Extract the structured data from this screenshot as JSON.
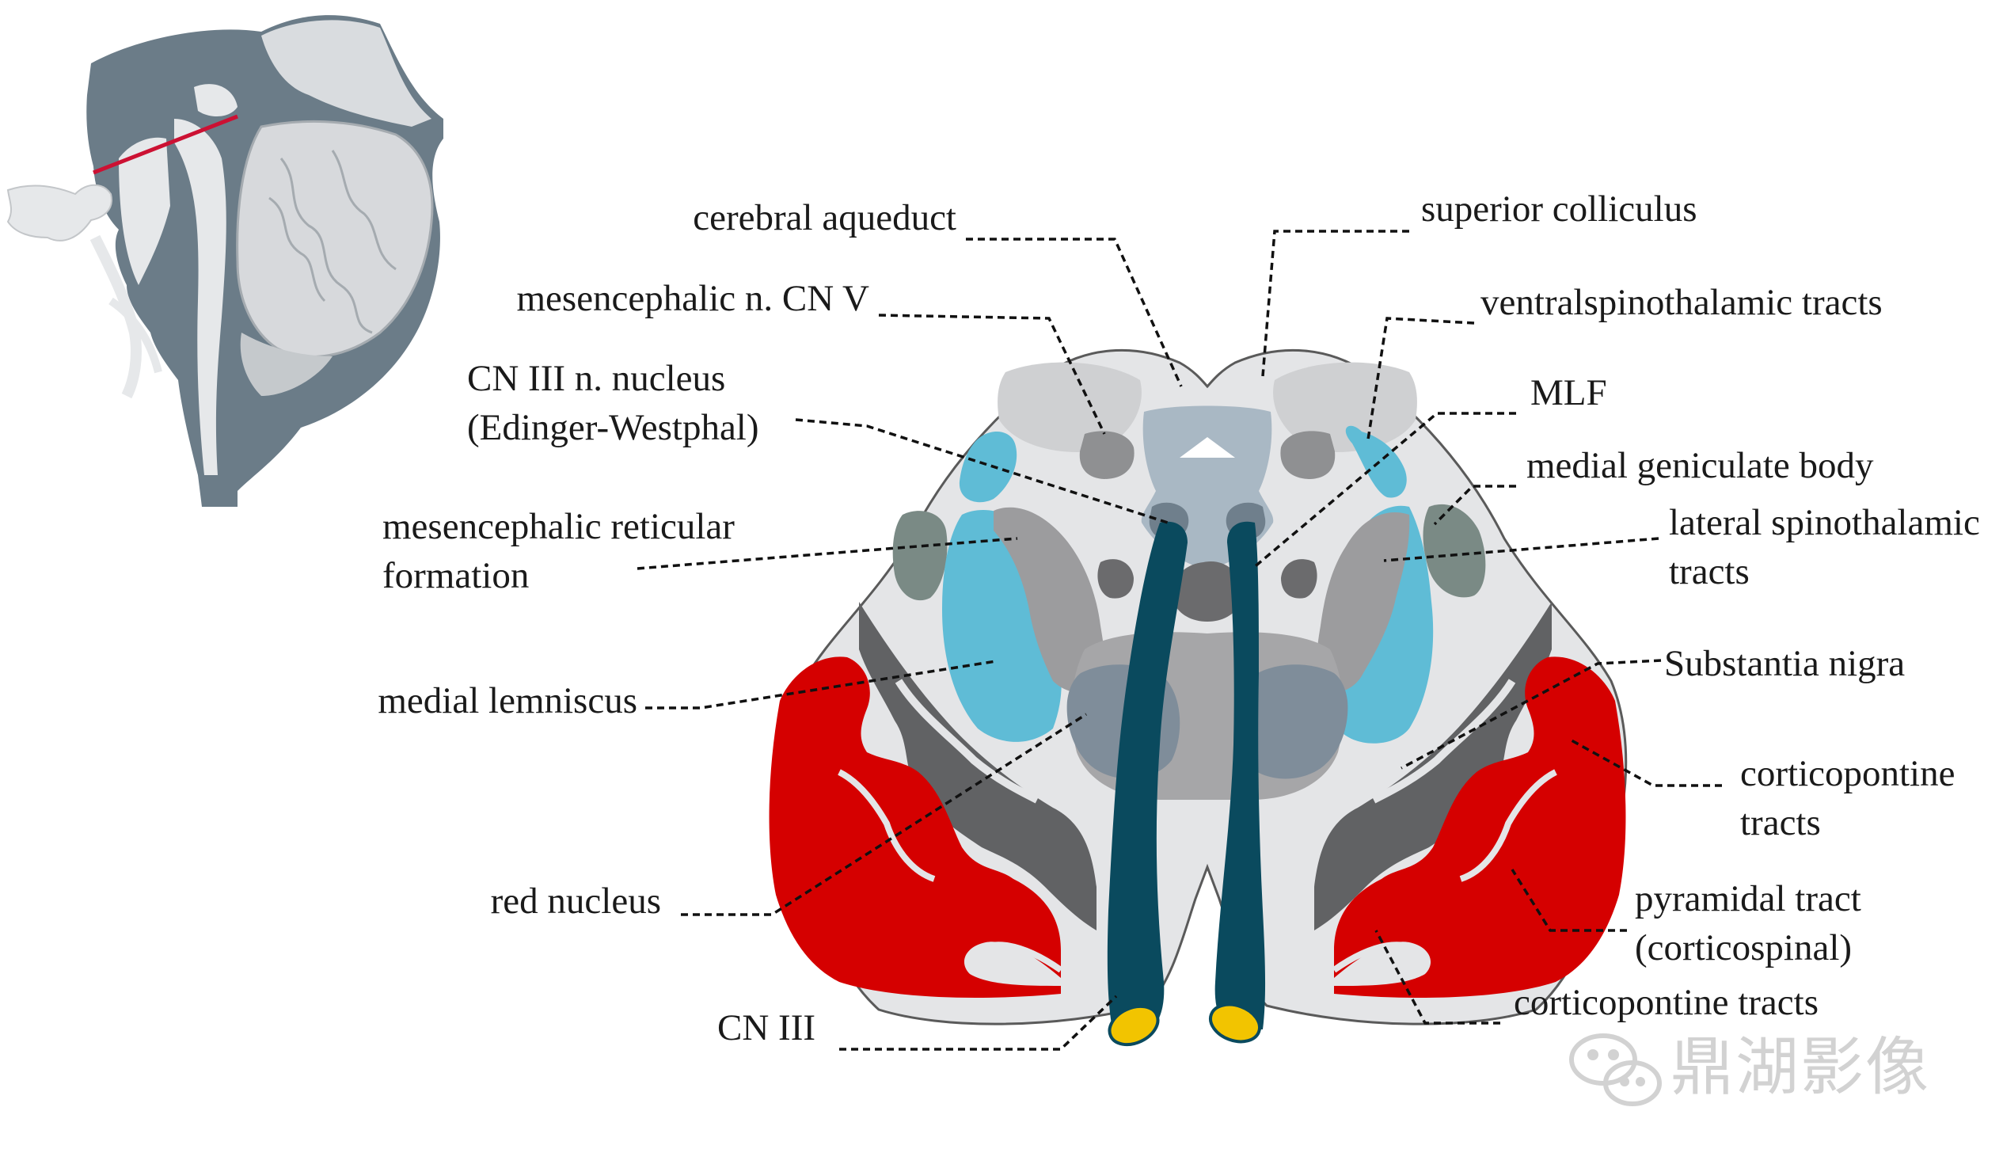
{
  "labels": {
    "cerebral_aqueduct": "cerebral aqueduct",
    "superior_colliculus": "superior colliculus",
    "mesencephalic_n_cn_v": "mesencephalic n. CN V",
    "ventral_spinothalamic": "ventralspinothalamic tracts",
    "cn_iii_nucleus_line1": "CN III n. nucleus",
    "cn_iii_nucleus_line2": "(Edinger-Westphal)",
    "mlf": "MLF",
    "medial_geniculate": "medial geniculate body",
    "reticular_line1": "mesencephalic reticular",
    "reticular_line2": "formation",
    "lateral_spinothalamic_line1": "lateral spinothalamic",
    "lateral_spinothalamic_line2": "tracts",
    "medial_lemniscus": "medial lemniscus",
    "substantia_nigra": "Substantia nigra",
    "corticopontine_right_line1": "corticopontine",
    "corticopontine_right_line2": "tracts",
    "red_nucleus": "red nucleus",
    "pyramidal_line1": "pyramidal tract",
    "pyramidal_line2": "(corticospinal)",
    "cn_iii": "CN III",
    "corticopontine_bottom": "corticopontine tracts"
  },
  "watermark": {
    "text": "鼎湖影像"
  },
  "colors": {
    "cross_section_fill": "#e4e5e7",
    "outline": "#5a5a5a",
    "tract_red": "#d50000",
    "lemniscus_blue": "#5fbcd6",
    "nerve_dark_teal": "#0a4a5e",
    "nerve_tip_yellow": "#f2c400",
    "inset_slate": "#6b7c88",
    "section_line_red": "#cc1133",
    "grey_light": "#cfd0d2",
    "grey_mid": "#9c9c9e",
    "grey_dark": "#616264",
    "greenish_grey": "#7a8a85",
    "periaqueductal": "#a9b8c4",
    "red_nucleus": "#7f8d9a"
  }
}
